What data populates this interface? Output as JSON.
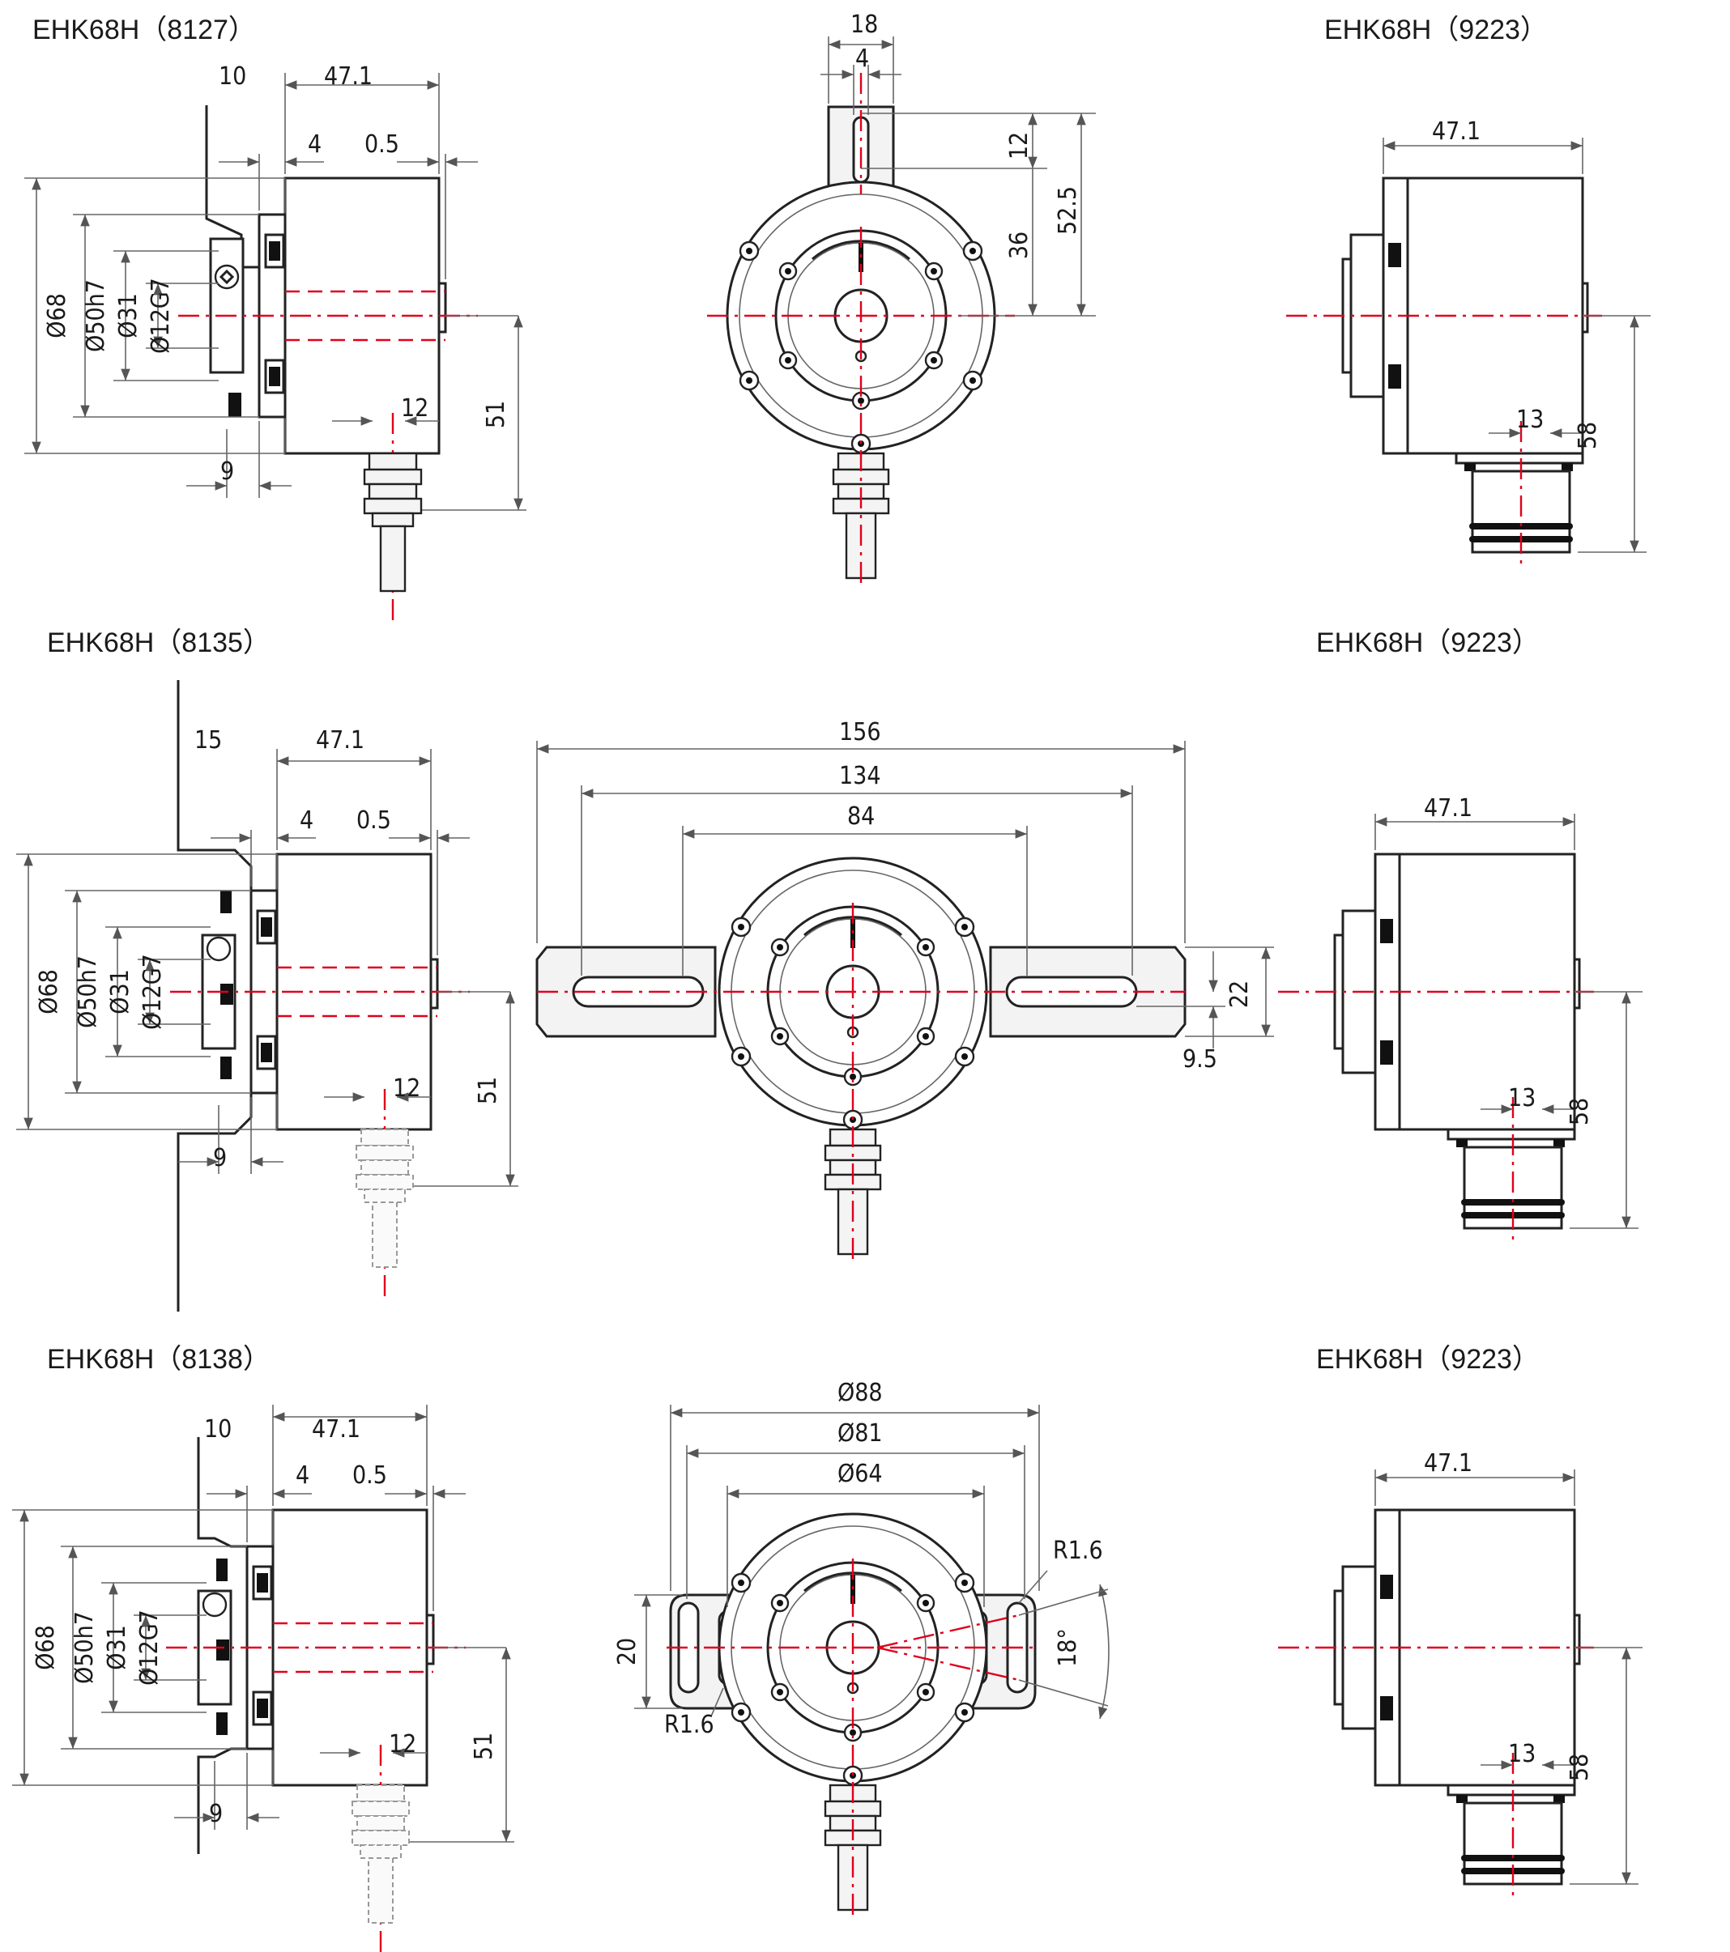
{
  "rows": [
    {
      "title_left": "EHK68H（8127）",
      "title_right": "EHK68H（9223）",
      "side": {
        "flange": "10",
        "length": "47.1",
        "d4": "4",
        "d05": "0.5",
        "d68": "Ø68",
        "d50": "Ø50h7",
        "d31": "Ø31",
        "d12": "Ø12G7",
        "d9": "9",
        "c12": "12",
        "c51": "51"
      },
      "front": {
        "w18": "18",
        "w4": "4",
        "h12": "12",
        "h36": "36",
        "h525": "52.5"
      },
      "conn": {
        "length": "47.1",
        "c13": "13",
        "c58": "58"
      }
    },
    {
      "title_left": "EHK68H（8135）",
      "title_right": "EHK68H（9223）",
      "side": {
        "flange": "15",
        "length": "47.1",
        "d4": "4",
        "d05": "0.5",
        "d68": "Ø68",
        "d50": "Ø50h7",
        "d31": "Ø31",
        "d12": "Ø12G7",
        "d9": "9",
        "c12": "12",
        "c51": "51"
      },
      "front": {
        "w156": "156",
        "w134": "134",
        "w84": "84",
        "h22": "22",
        "h95": "9.5"
      },
      "conn": {
        "length": "47.1",
        "c13": "13",
        "c58": "58"
      }
    },
    {
      "title_left": "EHK68H（8138）",
      "title_right": "EHK68H（9223）",
      "side": {
        "flange": "10",
        "length": "47.1",
        "d4": "4",
        "d05": "0.5",
        "d68": "Ø68",
        "d50": "Ø50h7",
        "d31": "Ø31",
        "d12": "Ø12G7",
        "d9": "9",
        "c12": "12",
        "c51": "51"
      },
      "front": {
        "d88": "Ø88",
        "d81": "Ø81",
        "d64": "Ø64",
        "h20": "20",
        "r16a": "R1.6",
        "r16b": "R1.6",
        "a18": "18°"
      },
      "conn": {
        "length": "47.1",
        "c13": "13",
        "c58": "58"
      }
    }
  ]
}
